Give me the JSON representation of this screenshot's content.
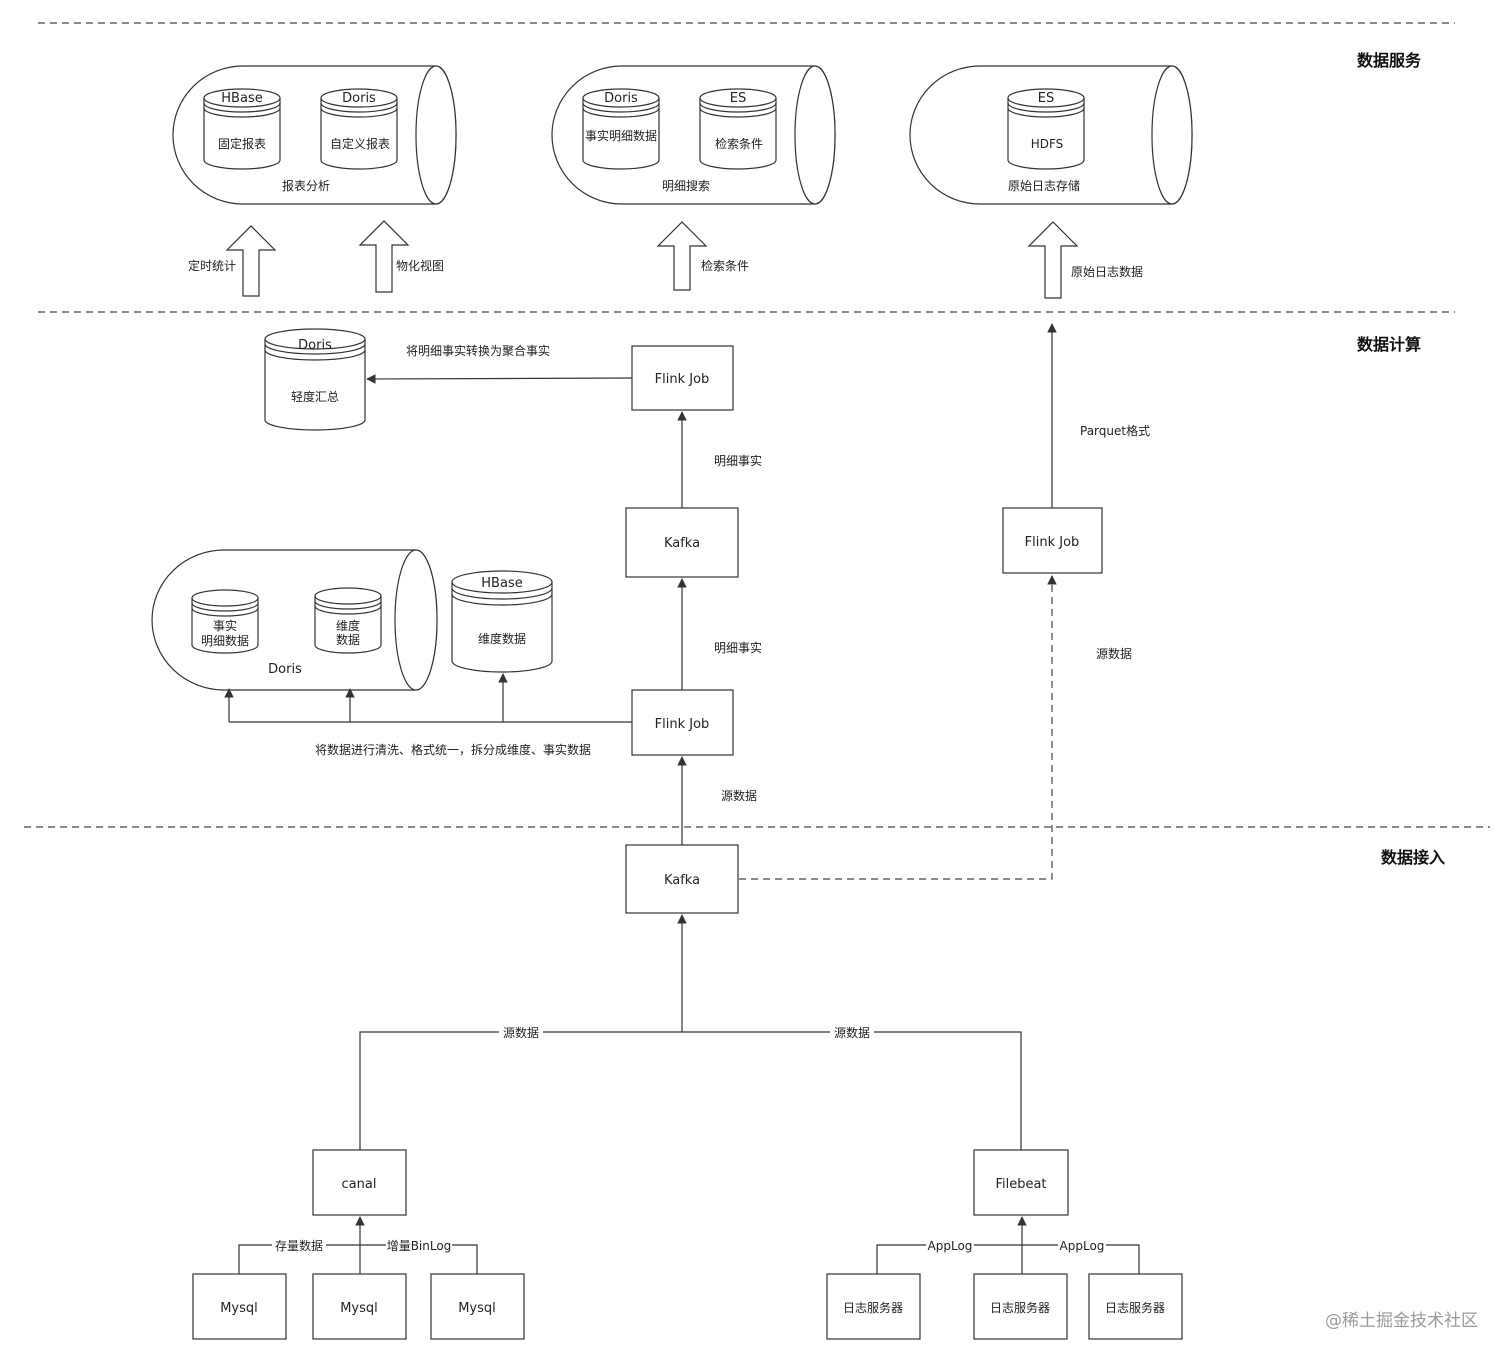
{
  "sections": {
    "service": "数据服务",
    "compute": "数据计算",
    "ingest": "数据接入"
  },
  "service": {
    "report": {
      "title": "报表分析",
      "db1": {
        "head": "HBase",
        "body": "固定报表"
      },
      "db2": {
        "head": "Doris",
        "body": "自定义报表"
      }
    },
    "detail": {
      "title": "明细搜索",
      "db1": {
        "head": "Doris",
        "body": "事实明细数据"
      },
      "db2": {
        "head": "ES",
        "body": "检索条件"
      }
    },
    "raw": {
      "title": "原始日志存储",
      "db1": {
        "head": "ES",
        "body": "HDFS"
      }
    },
    "arrows": {
      "a1": "定时统计",
      "a2": "物化视图",
      "a3": "检索条件",
      "a4": "原始日志数据"
    }
  },
  "compute": {
    "summary_db": {
      "head": "Doris",
      "body": "轻度汇总"
    },
    "summary_label": "将明细事实转换为聚合事实",
    "flink_top": "Flink Job",
    "fact1": "明细事实",
    "kafka_mid": "Kafka",
    "fact2": "明细事实",
    "flink_mid": "Flink Job",
    "clean_label": "将数据进行清洗、格式统一，拆分成维度、事实数据",
    "src_label": "源数据",
    "doris_group": {
      "title": "Doris",
      "db1_l1": "事实",
      "db1_l2": "明细数据",
      "db2_l1": "维度",
      "db2_l2": "数据"
    },
    "hbase_db": {
      "head": "HBase",
      "body": "维度数据"
    },
    "flink_right": "Flink Job",
    "parquet_label": "Parquet格式",
    "src_label_right": "源数据"
  },
  "ingest": {
    "kafka": "Kafka",
    "src_left": "源数据",
    "src_right": "源数据",
    "canal": "canal",
    "filebeat": "Filebeat",
    "stock": "存量数据",
    "binlog": "增量BinLog",
    "mysql1": "Mysql",
    "mysql2": "Mysql",
    "mysql3": "Mysql",
    "applog1": "AppLog",
    "applog2": "AppLog",
    "log1": "日志服务器",
    "log2": "日志服务器",
    "log3": "日志服务器"
  },
  "watermark": "@稀土掘金技术社区"
}
